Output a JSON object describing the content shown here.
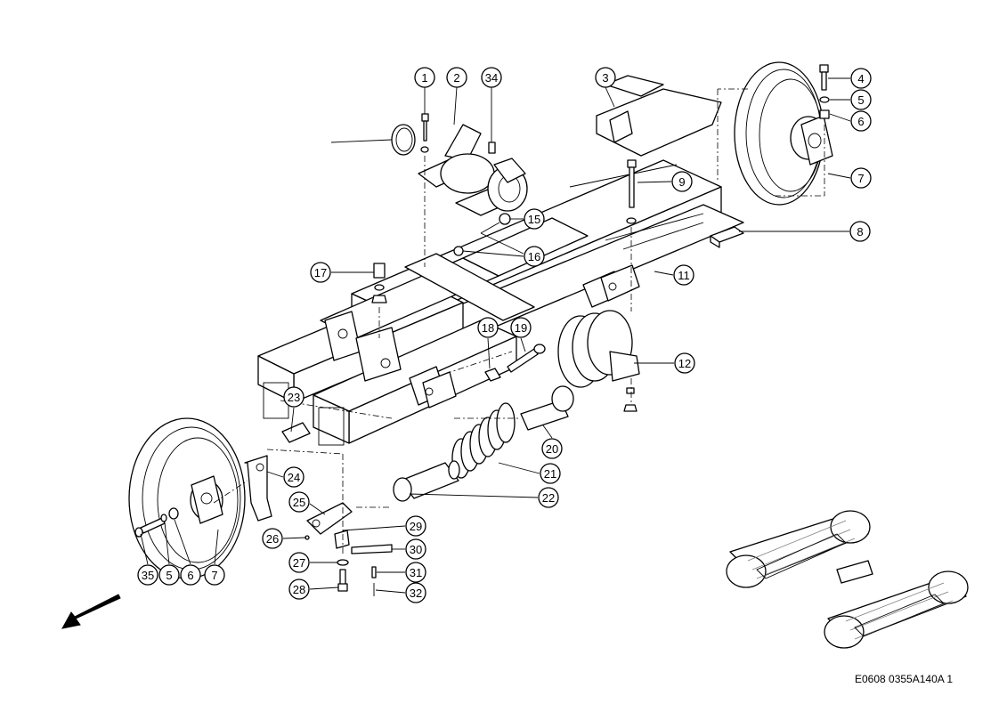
{
  "drawing": {
    "code": "E0608 0355A140A 1",
    "callouts": [
      "1",
      "2",
      "34",
      "3",
      "4",
      "5",
      "6",
      "7",
      "9",
      "8",
      "15",
      "16",
      "11",
      "17",
      "18",
      "19",
      "12",
      "23",
      "20",
      "21",
      "24",
      "22",
      "25",
      "29",
      "26",
      "30",
      "27",
      "31",
      "28",
      "32",
      "35",
      "5",
      "6",
      "7"
    ]
  },
  "colors": {
    "line": "#000000",
    "background": "#ffffff",
    "shade": "#777777"
  },
  "icons": {
    "direction": "direction-arrow-icon"
  }
}
